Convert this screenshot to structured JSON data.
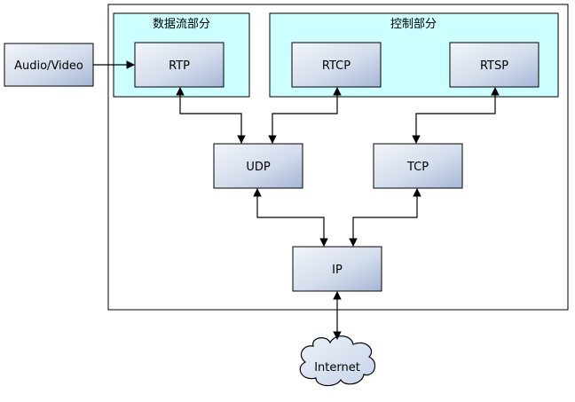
{
  "diagram": {
    "input_label": "Audio/Video",
    "groups": {
      "data_stream": "数据流部分",
      "control": "控制部分"
    },
    "nodes": {
      "rtp": "RTP",
      "rtcp": "RTCP",
      "rtsp": "RTSP",
      "udp": "UDP",
      "tcp": "TCP",
      "ip": "IP",
      "internet": "Internet"
    },
    "colors": {
      "group_fill": "#ccffff",
      "node_gradient_light": "#eef2f8",
      "node_gradient_dark": "#a8b8d8",
      "cloud_fill": "#dde6f3",
      "outline": "#000000"
    }
  }
}
